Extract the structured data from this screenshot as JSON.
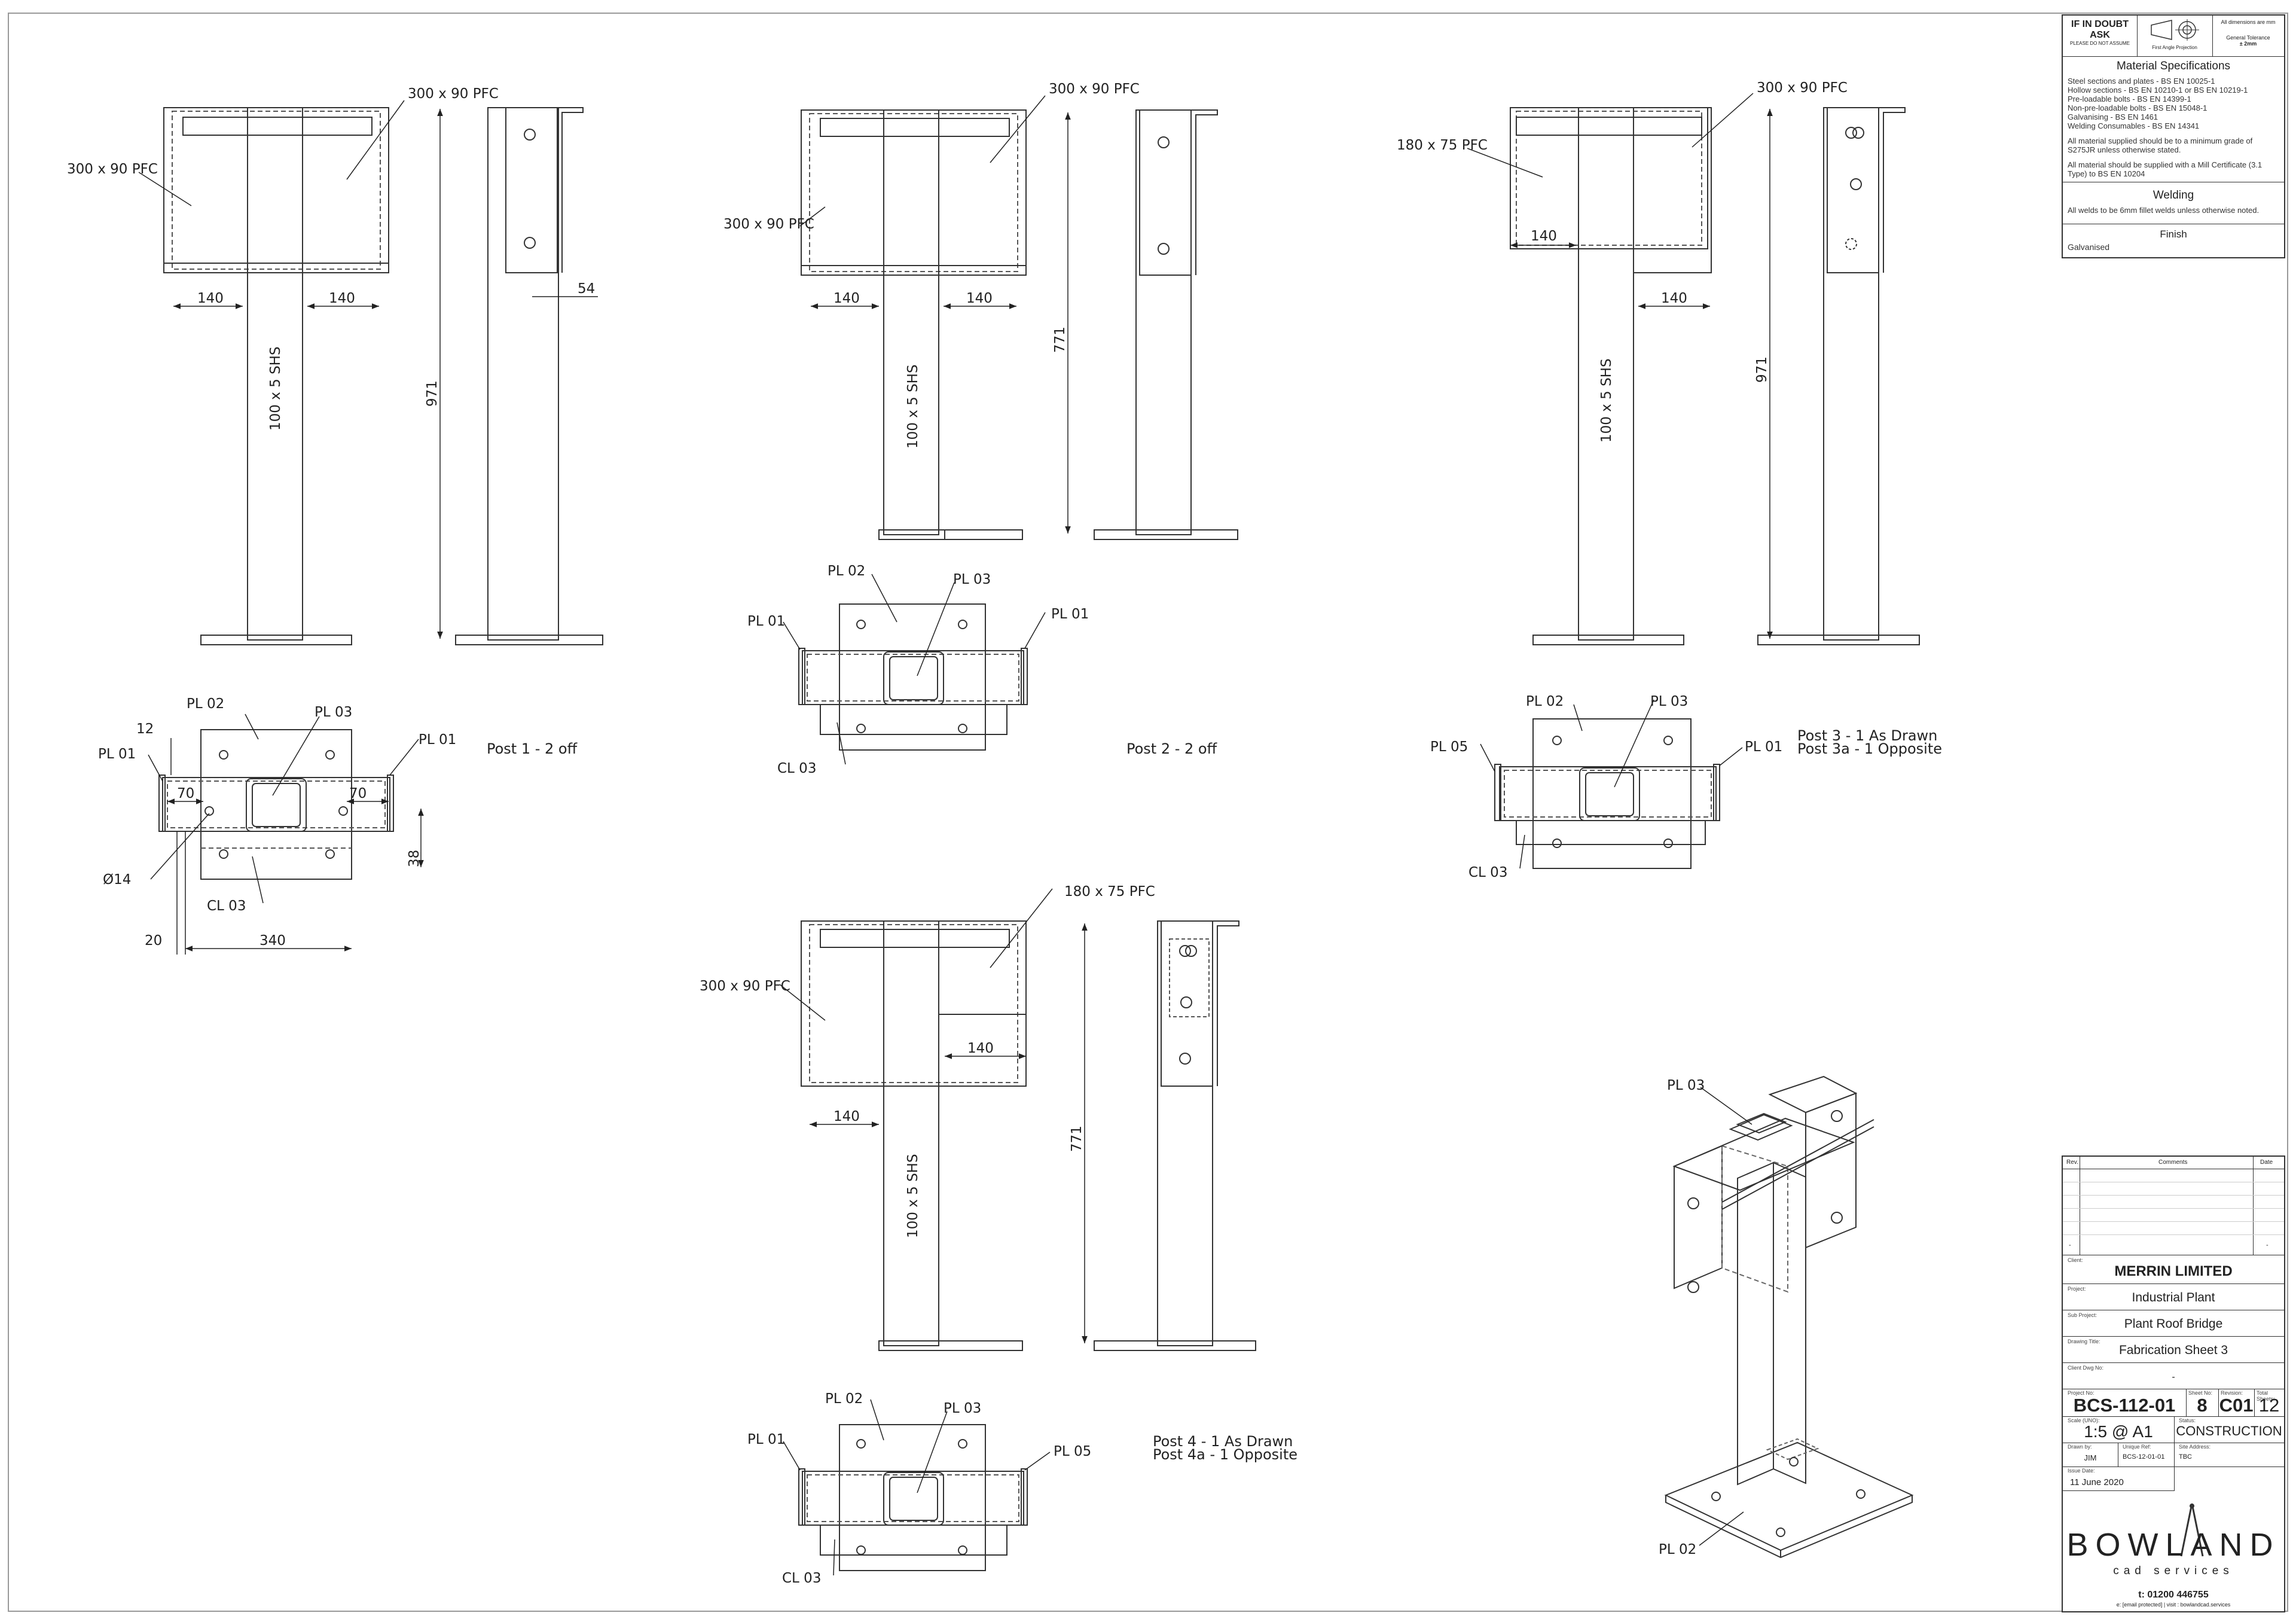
{
  "drawing_labels": {
    "pfc_300x90": "300 x 90 PFC",
    "pfc_180x75": "180 x 75 PFC",
    "shs": "100 x 5 SHS",
    "pl01": "PL 01",
    "pl02": "PL 02",
    "pl03": "PL 03",
    "pl05": "PL 05",
    "cl03": "CL 03"
  },
  "dimensions": {
    "d140": "140",
    "d971": "971",
    "d771": "771",
    "d54": "54",
    "d12": "12",
    "d70": "70",
    "d38": "38",
    "d20": "20",
    "d340": "340",
    "dia14": "Ø14"
  },
  "post_captions": {
    "post1": "Post 1  -  2 off",
    "post2": "Post 2  -  2 off",
    "post3_line1": "Post 3  -  1 As Drawn",
    "post3_line2": "Post 3a  -  1 Opposite",
    "post4_line1": "Post 4  -  1 As Drawn",
    "post4_line2": "Post 4a  -  1 Opposite"
  },
  "title_block": {
    "doubt_line1": "IF IN DOUBT",
    "doubt_line2": "ASK",
    "doubt_line3": "PLEASE DO NOT ASSUME",
    "projection": "First Angle Projection",
    "units_note": "All dimensions are mm",
    "tolerance_label": "General Tolerance",
    "tolerance_value": "± 2mm",
    "spec_heading": "Material Specifications",
    "spec_lines": [
      "Steel sections and plates - BS EN 10025-1",
      "Hollow sections - BS EN 10210-1 or BS EN 10219-1",
      "Pre-loadable bolts - BS EN 14399-1",
      "Non-pre-loadable bolts - BS EN 15048-1",
      "Galvanising - BS EN 1461",
      "Welding Consumables - BS EN 14341"
    ],
    "spec_grade": "All material supplied should be to a minimum grade of S275JR unless otherwise stated.",
    "spec_cert": "All material should be supplied with a Mill Certificate (3.1 Type) to BS EN 10204",
    "welding_heading": "Welding",
    "welding_note": "All welds to be 6mm fillet welds unless otherwise noted.",
    "finish_heading": "Finish",
    "finish_value": "Galvanised",
    "rev_col": "Rev.",
    "comments_col": "Comments",
    "date_col": "Date",
    "rev_mark": "-",
    "date_mark": "-",
    "client_label": "Client:",
    "client": "MERRIN LIMITED",
    "project_label": "Project:",
    "project": "Industrial Plant",
    "subproject_label": "Sub Project:",
    "subproject": "Plant Roof Bridge",
    "drawing_title_label": "Drawing Title:",
    "drawing_title": "Fabrication Sheet 3",
    "client_dwg_label": "Client Dwg No:",
    "client_dwg": "-",
    "project_no_label": "Project No:",
    "project_no": "BCS-112-01",
    "sheet_no_label": "Sheet No:",
    "sheet_no": "8",
    "revision_label": "Revision:",
    "revision": "C01",
    "total_sheets_label": "Total Sheets:",
    "total_sheets": "12",
    "scale_label": "Scale (UNO):",
    "scale": "1:5 @ A1",
    "status_label": "Status:",
    "status": "CONSTRUCTION",
    "drawn_by_label": "Drawn by:",
    "drawn_by": "JIM",
    "unique_ref_label": "Unique Ref:",
    "unique_ref": "BCS-12-01-01",
    "site_address_label": "Site Address:",
    "site_address": "TBC",
    "issue_date_label": "Issue Date:",
    "issue_date": "11 June 2020",
    "brand": "BOWLAND",
    "brand_sub": "cad services",
    "phone": "t: 01200 446755",
    "contact": "e: [email protected]  |  visit : bowlandcad.services"
  }
}
